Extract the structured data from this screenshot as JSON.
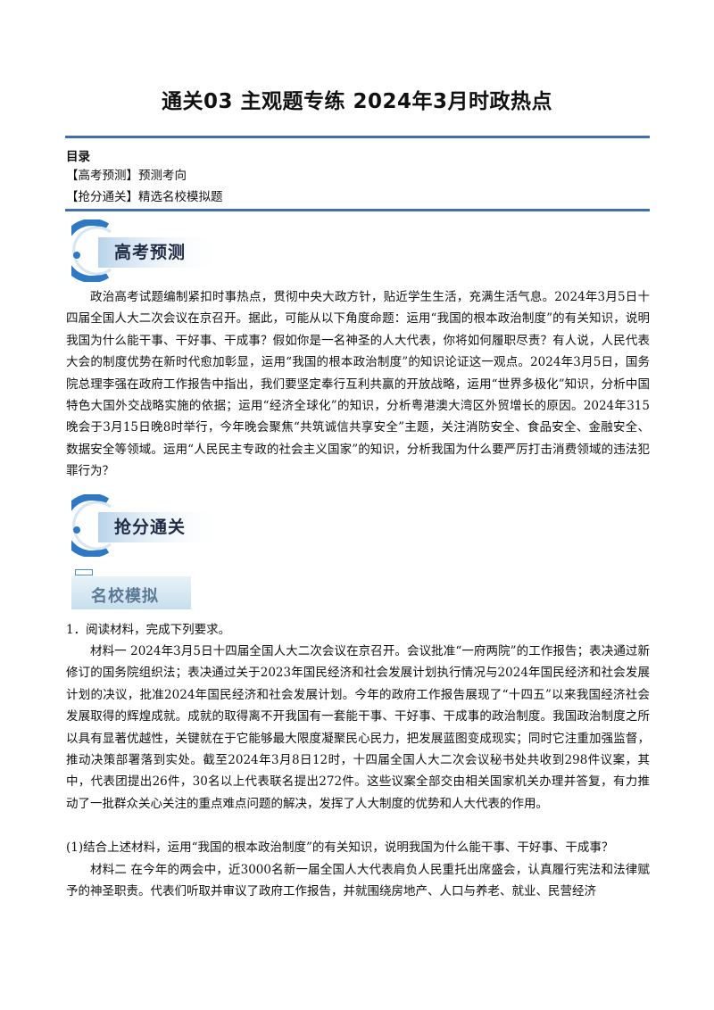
{
  "title": "通关03  主观题专练 2024年3月时政热点",
  "toc": {
    "heading": "目录",
    "items": [
      "【高考预测】预测考向",
      "【抢分通关】精选名校模拟题"
    ]
  },
  "sections": {
    "forecast_label": "高考预测",
    "scoring_label": "抢分通关",
    "mock_label": "名校模拟"
  },
  "forecast_paragraph": "政治高考试题编制紧扣时事热点，贯彻中央大政方针，贴近学生生活，充满生活气息。2024年3月5日十四届全国人大二次会议在京召开。据此，可能从以下角度命题：运用“我国的根本政治制度”的有关知识，说明我国为什么能干事、干好事、干成事？假如你是一名神圣的人大代表，你将如何履职尽责？有人说，人民代表大会的制度优势在新时代愈加彰显，运用“我国的根本政治制度”的知识论证这一观点。2024年3月5日，国务院总理李强在政府工作报告中指出，我们要坚定奉行互利共赢的开放战略，运用“世界多极化”知识，分析中国特色大国外交战略实施的依据；运用“经济全球化”的知识，分析粤港澳大湾区外贸增长的原因。2024年315晚会于3月15日晚8时举行，今年晚会聚焦“共筑诚信共享安全”主题，关注消防安全、食品安全、金融安全、数据安全等领域。运用“人民民主专政的社会主义国家”的知识，分析我国为什么要严厉打击消费领域的违法犯罪行为？",
  "question": {
    "intro": "1．阅读材料，完成下列要求。",
    "material1": "材料一  2024年3月5日十四届全国人大二次会议在京召开。会议批准“一府两院”的工作报告；表决通过新修订的国务院组织法；表决通过关于2023年国民经济和社会发展计划执行情况与2024年国民经济和社会发展计划的决议，批准2024年国民经济和社会发展计划。今年的政府工作报告展现了“十四五”以来我国经济社会发展取得的辉煌成就。成就的取得离不开我国有一套能干事、干好事、干成事的政治制度。我国政治制度之所以具有显著优越性，关键就在于它能够最大限度凝聚民心民力，把发展蓝图变成现实；同时它注重加强监督，推动决策部署落到实处。截至2024年3月8日12时，十四届全国人大二次会议秘书处共收到298件议案，其中，代表团提出26件，30名以上代表联名提出272件。这些议案全部交由相关国家机关办理并答复，有力推动了一批群众关心关注的重点难点问题的解决，发挥了人大制度的优势和人大代表的作用。",
    "sub1": "(1)结合上述材料，运用“我国的根本政治制度”的有关知识，说明我国为什么能干事、干好事、干成事？",
    "material2": "材料二  在今年的两会中，近3000名新一届全国人大代表肩负人民重托出席盛会，认真履行宪法和法律赋予的神圣职责。代表们听取并审议了政府工作报告，并就围绕房地产、人口与养老、就业、民营经济"
  },
  "colors": {
    "rule": "#3e6fb0",
    "accent": "#4a8fc7"
  }
}
